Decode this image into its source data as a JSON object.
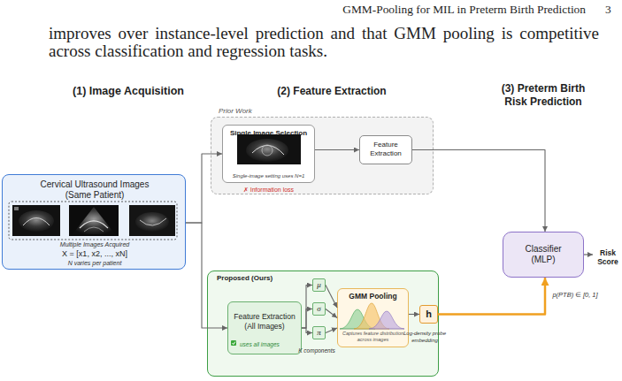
{
  "diagram": {
    "nodes": [
      {
        "text": [
          "Cervical Ultrasound Images (Same Patient)",
          "Multiple Images Acquired",
          "X = [x1, x2, ..., xN]",
          "N varies per patient"
        ]
      },
      {
        "text": [
          "Prior Work"
        ]
      },
      {
        "text": [
          "Single Image Selection",
          "Single-image setting uses N=1",
          "✗ Information loss"
        ],
        "in": 1
      },
      {
        "text": [
          "Feature Extraction"
        ],
        "in": 1
      },
      {
        "text": [
          "Proposed (Ours)"
        ]
      },
      {
        "text": [
          "Feature Extraction (All Images)",
          "uses all images"
        ],
        "in": 4
      },
      {
        "text": [
          "μ"
        ],
        "in": 4
      },
      {
        "text": [
          "σ"
        ],
        "in": 4
      },
      {
        "text": [
          "π"
        ],
        "in": 4
      },
      {
        "text": [
          "GMM Pooling",
          "Captures feature distribution across images"
        ],
        "in": 4
      },
      {
        "text": [
          "h"
        ],
        "in": 4
      },
      {
        "text": [
          "Classifier (MLP)"
        ]
      }
    ],
    "edges": [
      {
        "from": 0,
        "to": 2,
        "arrow": "to"
      },
      {
        "from": 0,
        "to": 5,
        "arrow": "to"
      },
      {
        "from": 2,
        "to": 3,
        "arrow": "to"
      },
      {
        "from": 3,
        "to": 11,
        "arrow": "to"
      },
      {
        "from": 5,
        "to": 6,
        "arrow": "to"
      },
      {
        "from": 5,
        "to": 7,
        "arrow": "to"
      },
      {
        "from": 5,
        "to": 8,
        "arrow": "to"
      },
      {
        "from": 6,
        "to": 9,
        "arrow": "to"
      },
      {
        "from": 7,
        "to": 9,
        "arrow": "to"
      },
      {
        "from": 8,
        "to": 9,
        "arrow": "to"
      },
      {
        "from": 9,
        "to": 10,
        "arrow": "to"
      },
      {
        "from": 10,
        "to": 11,
        "arrow": "to"
      }
    ],
    "labels": [
      "GMM-Pooling for MIL in Preterm Birth Prediction",
      "3",
      "improves over instance-level prediction and that GMM pooling is competitive across classification and regression tasks.",
      "(1) Image Acquisition",
      "(2) Feature Extraction",
      "(3) Preterm Birth Risk Prediction",
      "K components",
      "Log-density probe embedding",
      "Risk Score",
      "p(PTB) ∈ [0, 1]"
    ]
  }
}
